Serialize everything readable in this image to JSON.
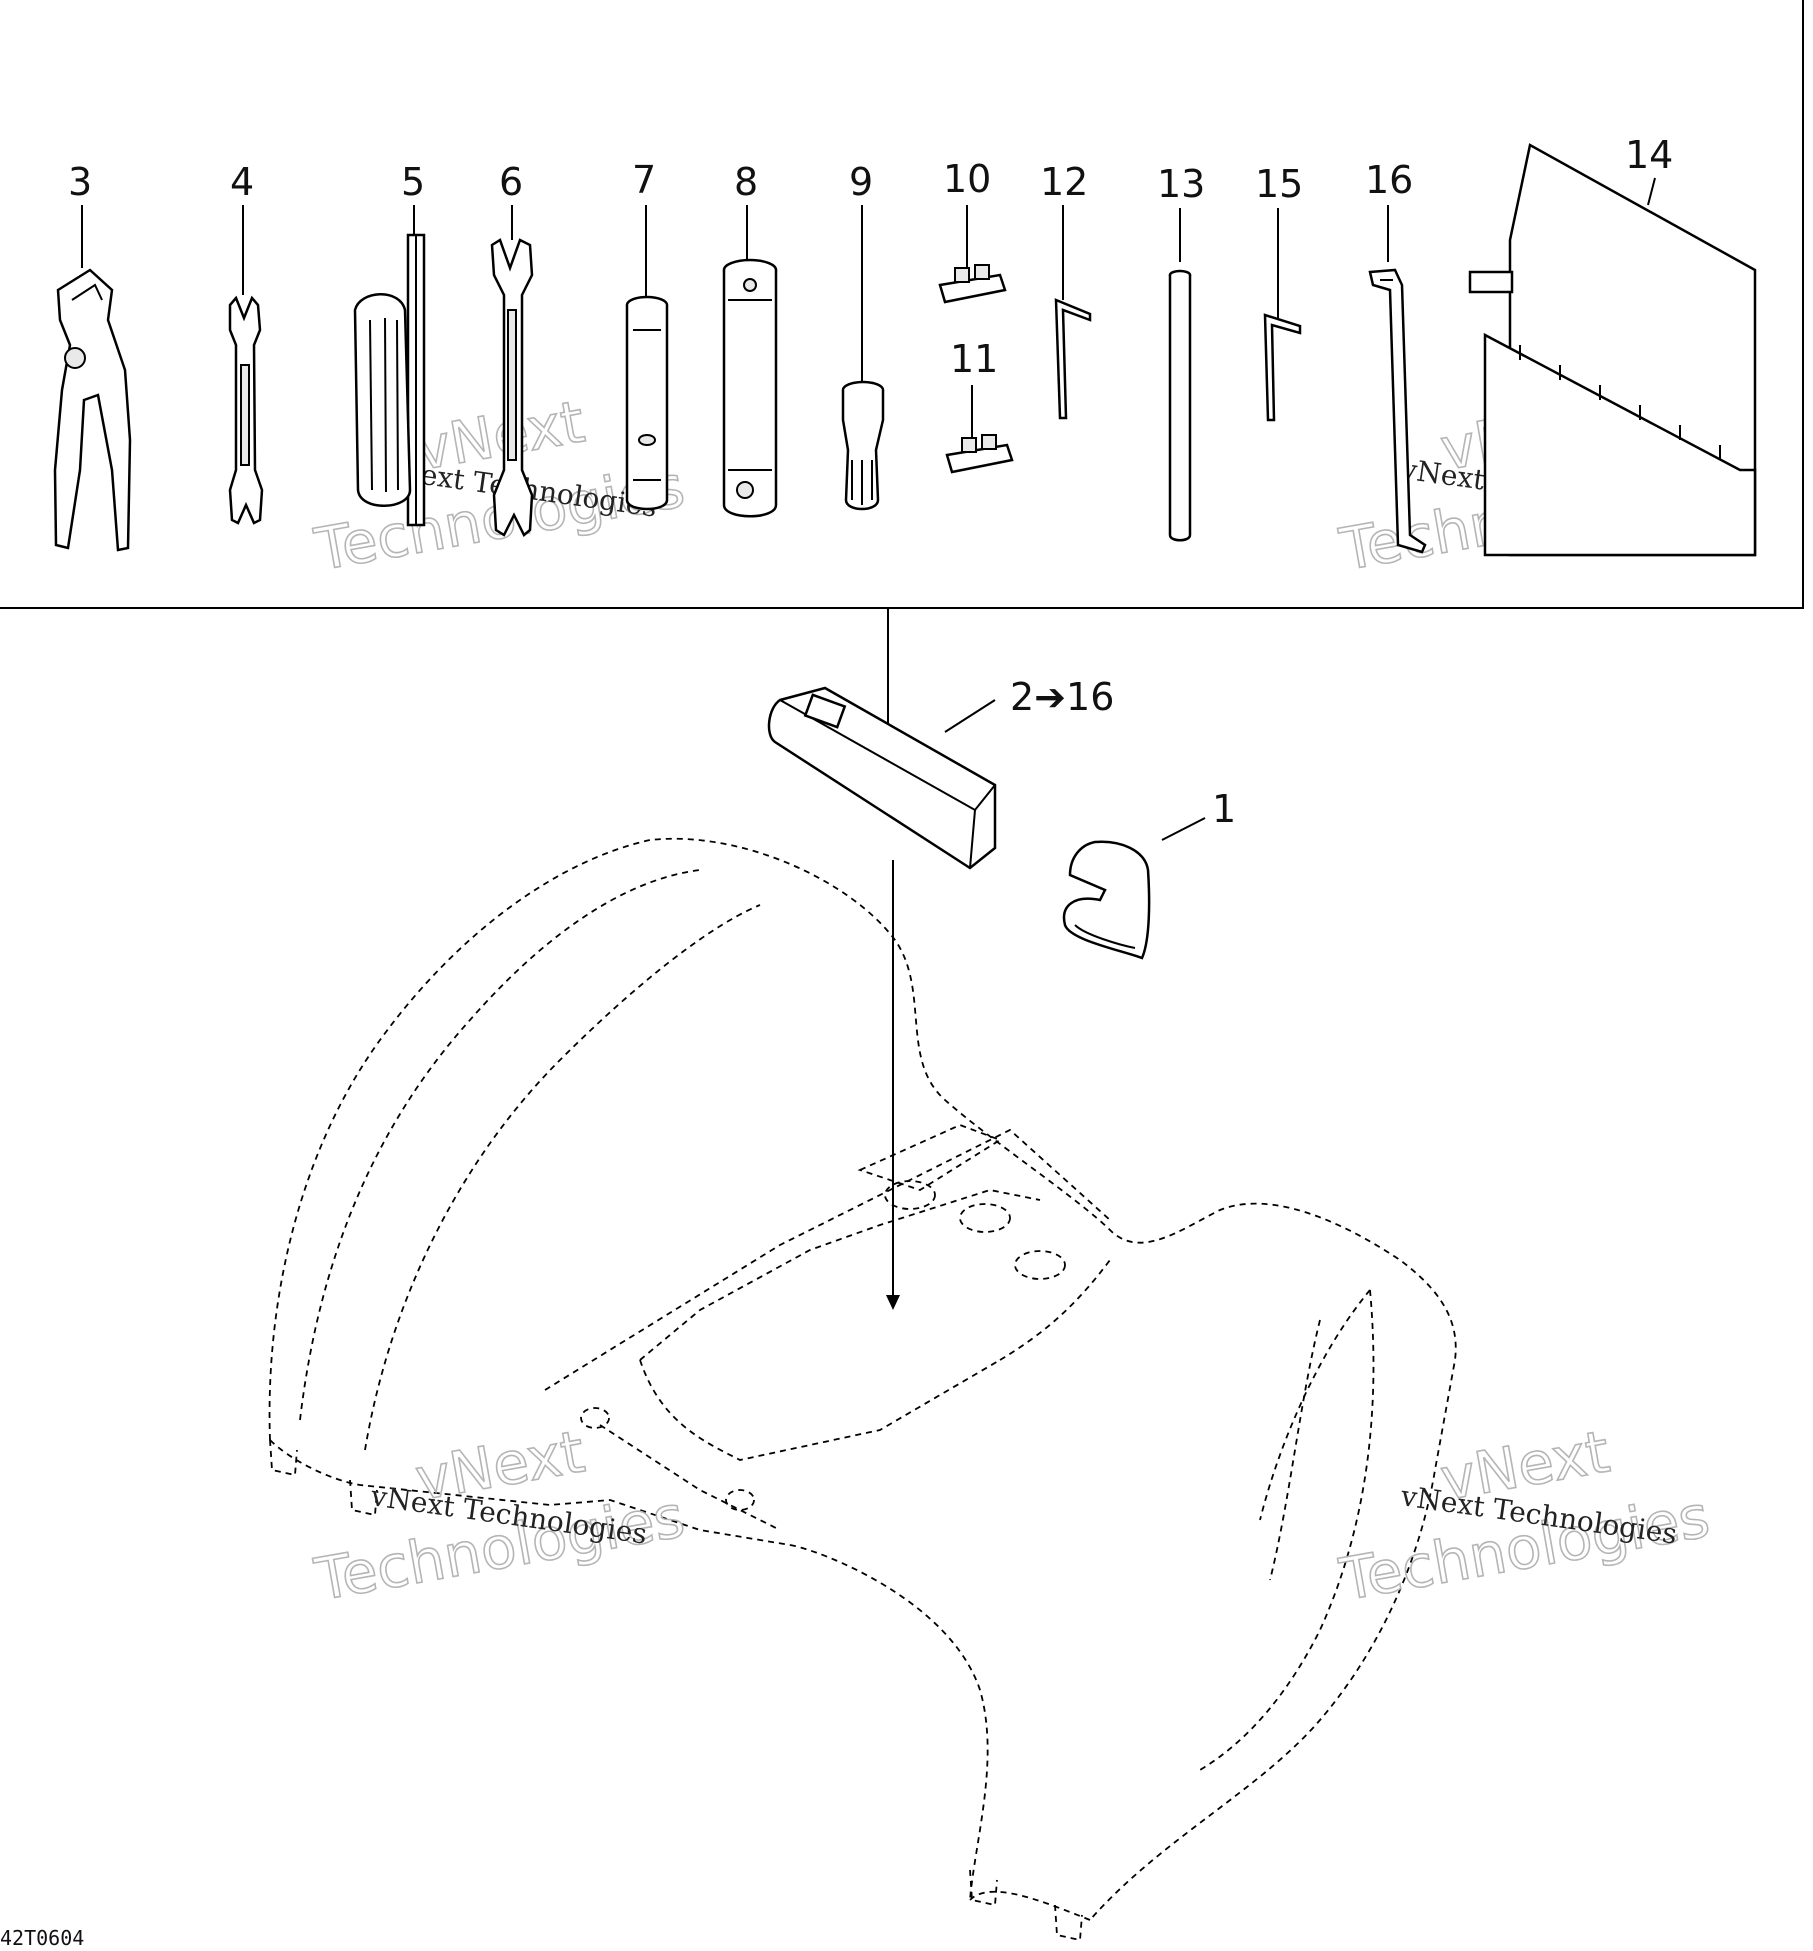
{
  "callouts": {
    "c1": "1",
    "c2to16": "2➔16",
    "c3": "3",
    "c4": "4",
    "c5": "5",
    "c6": "6",
    "c7": "7",
    "c8": "8",
    "c9": "9",
    "c10": "10",
    "c11": "11",
    "c12": "12",
    "c13": "13",
    "c14": "14",
    "c15": "15",
    "c16": "16"
  },
  "watermark": {
    "line1": "vNext Technologies",
    "outline1": "vNext",
    "outline2": "Technologies"
  },
  "drawing_code": "42T0604"
}
